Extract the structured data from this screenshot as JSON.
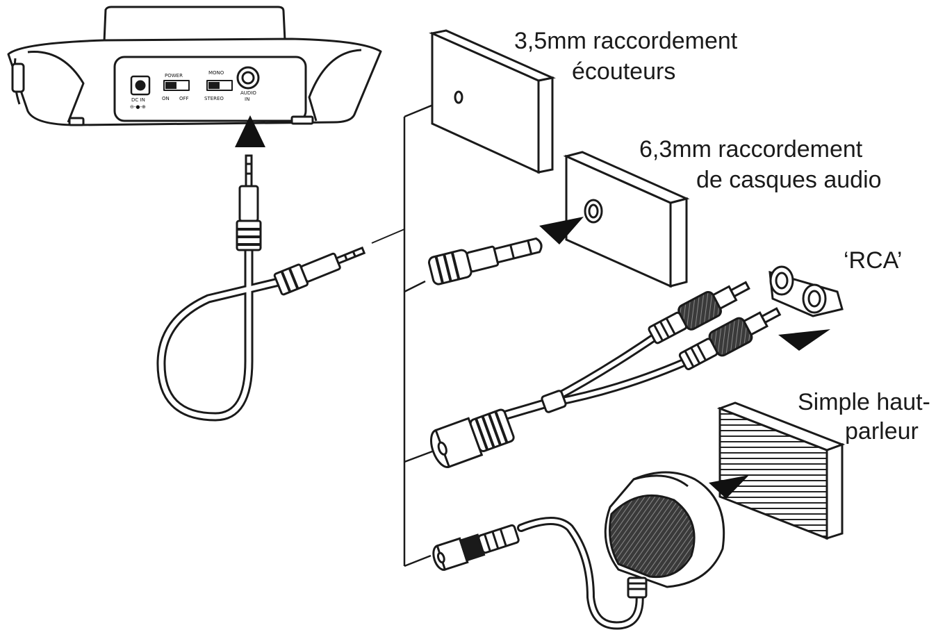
{
  "base_unit": {
    "dc_in": "DC IN",
    "dc_polarity": "⊖-●-⊕",
    "power": "POWER",
    "power_on": "ON",
    "power_off": "OFF",
    "mono": "MONO",
    "stereo": "STEREO",
    "audio_in": "AUDIO",
    "audio_in_2": "IN"
  },
  "labels": {
    "jack35_line1": "3,5mm raccordement",
    "jack35_line2": "écouteurs",
    "jack63_line1": "6,3mm raccordement",
    "jack63_line2": "de casques audio",
    "rca": "‘RCA’",
    "speaker_line1": "Simple haut-",
    "speaker_line2": "parleur"
  },
  "colors": {
    "line": "#1a1a1a",
    "fill": "#ffffff",
    "dark": "#2a2a2a"
  }
}
